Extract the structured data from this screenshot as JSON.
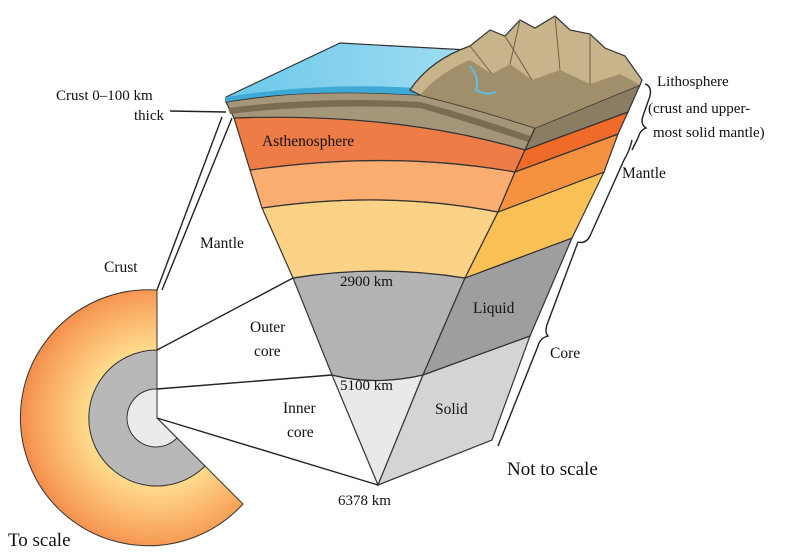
{
  "labels": {
    "crust_thickness_line1": "Crust 0–100 km",
    "crust_thickness_line2": "thick",
    "asthenosphere": "Asthenosphere",
    "lithosphere_line1": "Lithosphere",
    "lithosphere_line2": "(crust and upper-",
    "lithosphere_line3": "most solid mantle)",
    "mantle_right": "Mantle",
    "mantle_left": "Mantle",
    "crust": "Crust",
    "depth_2900": "2900 km",
    "liquid": "Liquid",
    "outer_core_line1": "Outer",
    "outer_core_line2": "core",
    "core": "Core",
    "depth_5100": "5100 km",
    "inner_core_line1": "Inner",
    "inner_core_line2": "core",
    "solid": "Solid",
    "not_to_scale": "Not to scale",
    "depth_6378": "6378 km",
    "to_scale": "To scale"
  },
  "colors": {
    "ocean": "#7fd0ec",
    "ocean_deep": "#3fa9d6",
    "crust_brown": "#a8987a",
    "crust_dark": "#6b5e48",
    "asthenosphere": "#ee7a45",
    "asthenosphere_side": "#f06a2a",
    "upper_mantle": "#f7a86a",
    "upper_mantle_side": "#f69040",
    "lower_mantle": "#fcd385",
    "lower_mantle_side": "#fbbf52",
    "outer_core": "#b2b2b2",
    "outer_core_side": "#9d9d9d",
    "inner_core": "#e8e8e8",
    "inner_core_side": "#d3d3d3",
    "mountain": "#c9b58c",
    "mountain_shadow": "#8a7a5c"
  }
}
